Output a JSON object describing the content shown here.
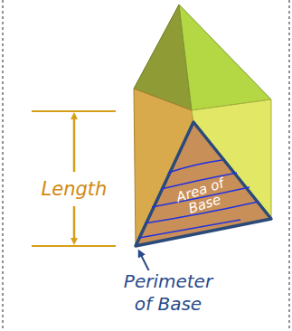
{
  "diagram": {
    "nodes": [
      {
        "text": [
          "Area of Base"
        ]
      }
    ],
    "labels": [
      "Length",
      "Perimeter of Base"
    ]
  }
}
